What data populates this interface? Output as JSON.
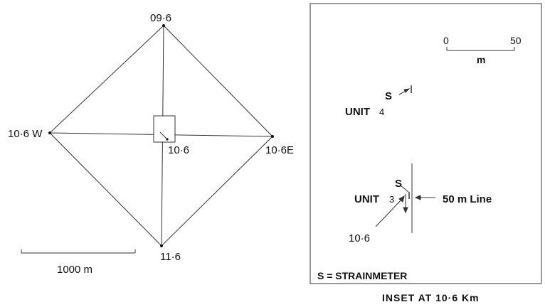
{
  "main_diagram": {
    "station_top": "09·6",
    "station_left": "10·6 W",
    "station_center": "10·6",
    "station_right": "10·6E",
    "station_bottom": "11·6",
    "scale_label": "1000 m"
  },
  "inset": {
    "scale_zero": "0",
    "scale_max": "50",
    "scale_unit": "m",
    "s_label_unit4": "S",
    "unit4_label": "UNIT",
    "unit4_number": "4",
    "s_label_unit3": "S",
    "unit3_label": "UNIT",
    "unit3_number": "3",
    "line_label": "50 m Line",
    "point_label": "10·6",
    "legend": "S = STRAINMETER",
    "caption": "INSET AT 10·6 Km"
  }
}
